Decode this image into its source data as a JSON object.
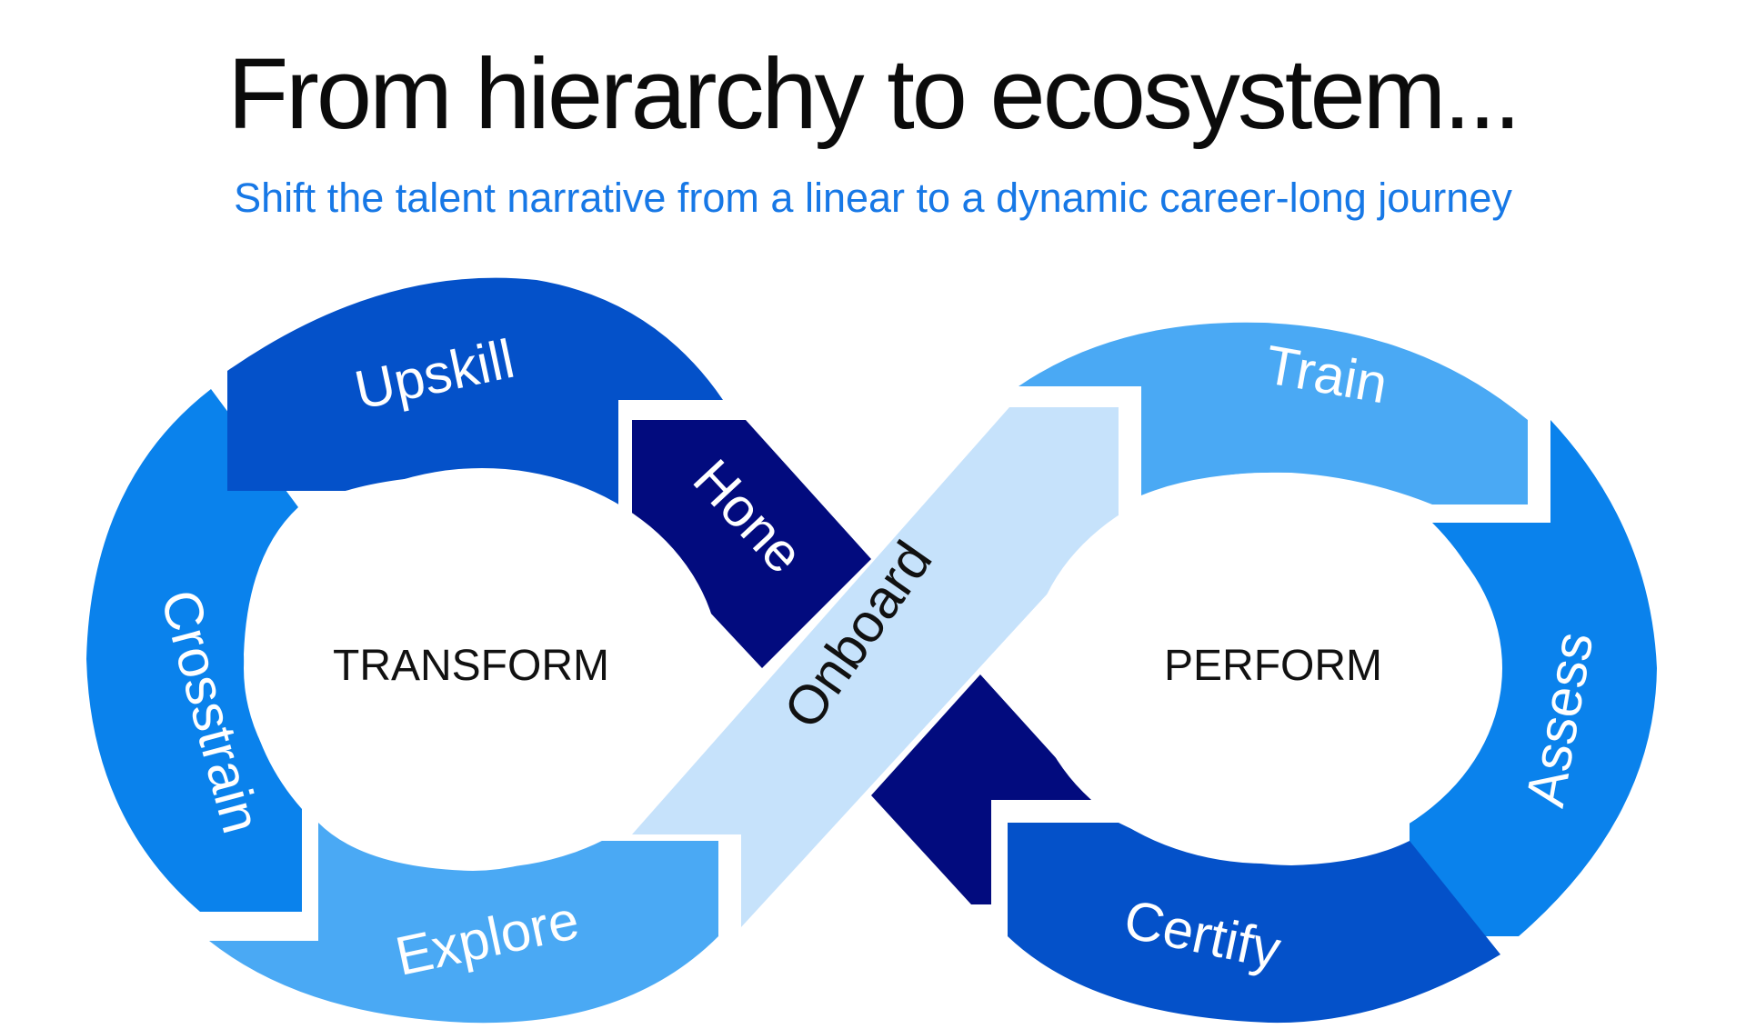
{
  "header": {
    "title": "From hierarchy to ecosystem...",
    "subtitle": "Shift the talent narrative from a linear to a dynamic career-long journey"
  },
  "diagram": {
    "left_loop": {
      "center": "TRANSFORM",
      "segments": [
        "Upskill",
        "Hone",
        "Crosstrain",
        "Explore"
      ]
    },
    "right_loop": {
      "center": "PERFORM",
      "segments": [
        "Train",
        "Assess",
        "Certify"
      ]
    },
    "crossing": "Onboard"
  },
  "colors": {
    "dark_navy": "#020b7e",
    "royal_blue": "#0451c9",
    "medium_blue": "#0a82ec",
    "light_blue": "#4aa9f4",
    "pale_blue": "#c6e2fb",
    "subtitle": "#1778e6"
  }
}
